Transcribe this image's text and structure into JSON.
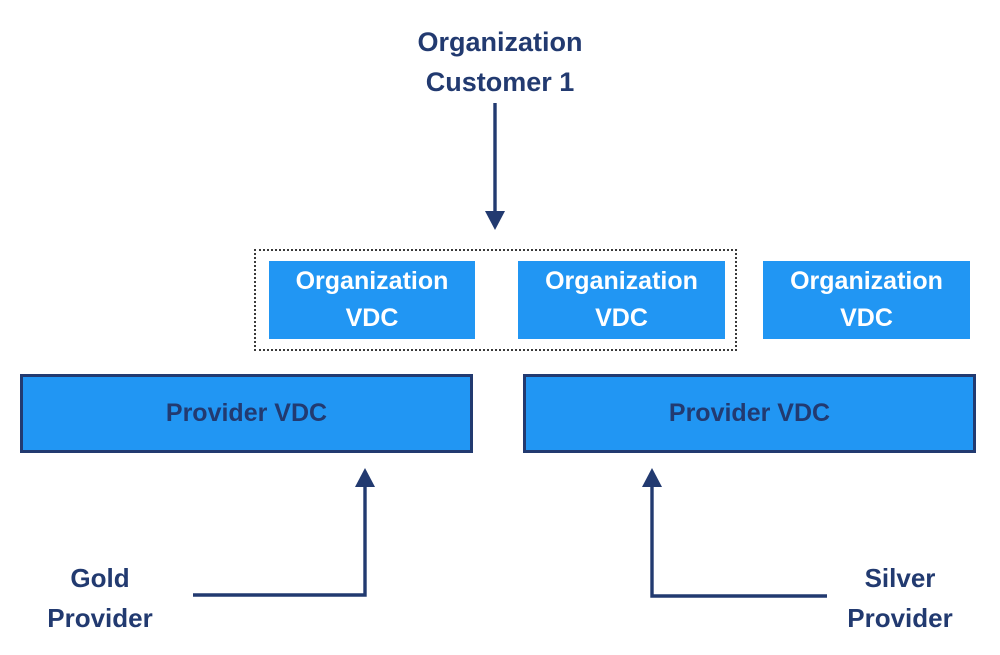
{
  "colors": {
    "navy": "#223A70",
    "blue": "#2196F3",
    "box_text": "#FFFFFF",
    "dotted_border": "#3A3A3A",
    "background": "#FFFFFF"
  },
  "title": {
    "line1": "Organization",
    "line2": "Customer 1"
  },
  "org_vdc_group": {
    "boxes": [
      {
        "line1": "Organization",
        "line2": "VDC"
      },
      {
        "line1": "Organization",
        "line2": "VDC"
      },
      {
        "line1": "Organization",
        "line2": "VDC"
      }
    ]
  },
  "provider_vdcs": [
    {
      "label": "Provider VDC"
    },
    {
      "label": "Provider VDC"
    }
  ],
  "providers": [
    {
      "line1": "Gold",
      "line2": "Provider"
    },
    {
      "line1": "Silver",
      "line2": "Provider"
    }
  ]
}
